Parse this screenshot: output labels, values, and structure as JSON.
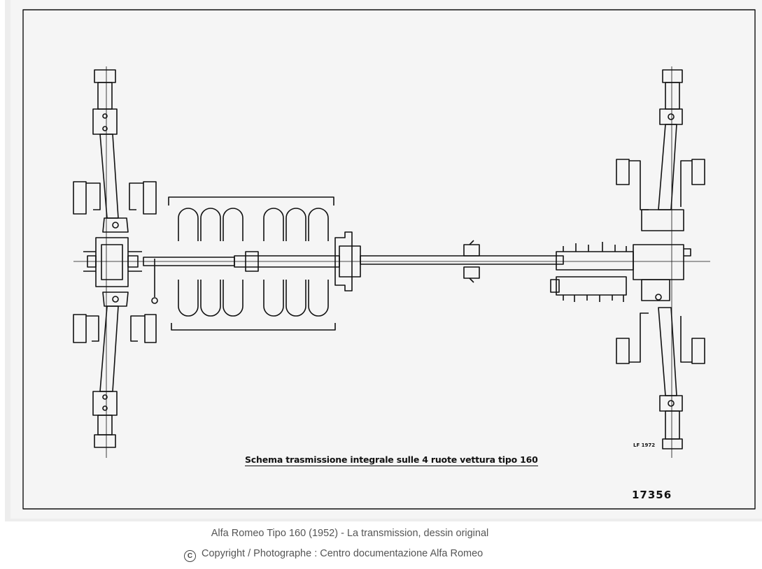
{
  "drawing": {
    "title": "Schema trasmissione integrale sulle 4 ruote vettura tipo 160",
    "code": "LF 1972",
    "number": "17356"
  },
  "caption": "Alfa Romeo Tipo 160 (1952) - La transmission, dessin original",
  "credit": {
    "symbol": "C",
    "text": "Copyright / Photographe : Centro documentazione Alfa Romeo"
  }
}
